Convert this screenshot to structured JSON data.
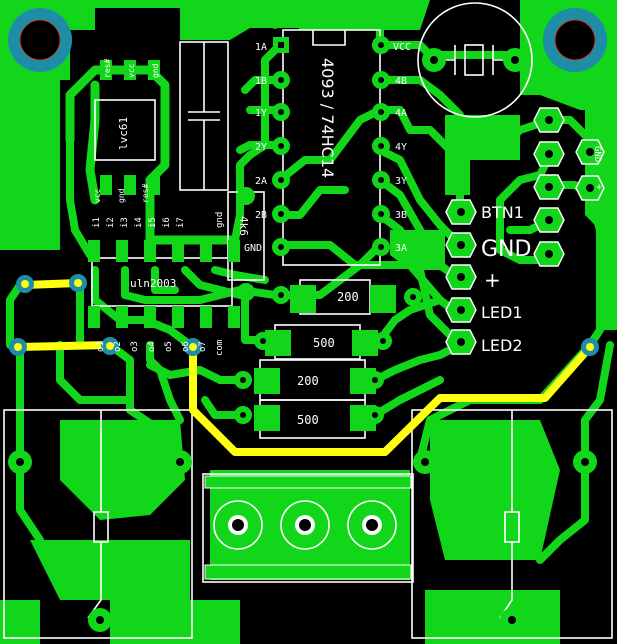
{
  "colors": {
    "background": "#000000",
    "copper": "#12d61a",
    "silkscreen": "#ffffff",
    "jumper": "#ffff12",
    "mounting_hole": "#1e8ea8",
    "via_ring": "#1e8ea8"
  },
  "chip_u1": {
    "part_label": "4093 / 74HC14",
    "pins_left": [
      "1A",
      "1B",
      "1Y",
      "2Y",
      "2A",
      "2B",
      "GND"
    ],
    "pins_right": [
      "VCC",
      "4B",
      "4A",
      "4Y",
      "3Y",
      "3B",
      "3A"
    ]
  },
  "regulator": {
    "part_label": "lvc61",
    "pins": [
      "res#",
      "vcc",
      "gnd"
    ],
    "lower_pins": [
      "vcc",
      "gnd",
      "res#"
    ]
  },
  "driver_u2": {
    "part_label": "uln2003",
    "inputs": [
      "i1",
      "i2",
      "i3",
      "i4",
      "i5",
      "i6",
      "i7",
      "gnd"
    ],
    "outputs": [
      "o1",
      "o2",
      "o3",
      "o4",
      "o5",
      "o6",
      "o7",
      "com"
    ]
  },
  "resistors": {
    "r_4k6": "4k6",
    "r_200_top": "200",
    "r_500_mid": "500",
    "r_200_low": "200",
    "r_500_low": "500"
  },
  "connector_main": {
    "labels": [
      "BTN1",
      "GND",
      "+",
      "LED1",
      "LED2"
    ]
  },
  "connector_small": {
    "labels": [
      "GND",
      "+"
    ]
  },
  "icons": [
    "mounting-hole-icon",
    "crystal-icon",
    "relay-icon",
    "terminal-block-icon",
    "jumper-wire-icon"
  ]
}
